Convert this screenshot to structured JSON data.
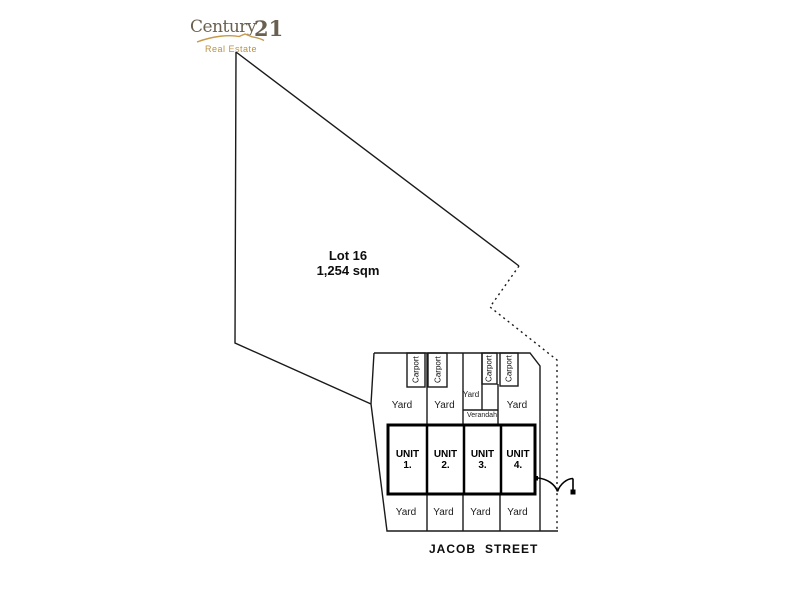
{
  "logo": {
    "name": "Century",
    "number": "21",
    "tagline": "Real Estate"
  },
  "lot": {
    "title": "Lot 16",
    "area": "1,254 sqm"
  },
  "complex": {
    "carports": [
      "Carport",
      "Carport",
      "Carport",
      "Carport"
    ],
    "top_yards": [
      "Yard",
      "Yard",
      "Yard",
      "Yard"
    ],
    "verandah": "Verandah",
    "units": [
      {
        "name": "UNIT",
        "number": "1."
      },
      {
        "name": "UNIT",
        "number": "2."
      },
      {
        "name": "UNIT",
        "number": "3."
      },
      {
        "name": "UNIT",
        "number": "4."
      }
    ],
    "bottom_yards": [
      "Yard",
      "Yard",
      "Yard",
      "Yard"
    ]
  },
  "street": {
    "word1": "JACOB",
    "word2": "STREET"
  },
  "colors": {
    "line": "#1a1a1a",
    "logo_gold": "#c59b4b",
    "logo_text": "#69604f"
  }
}
